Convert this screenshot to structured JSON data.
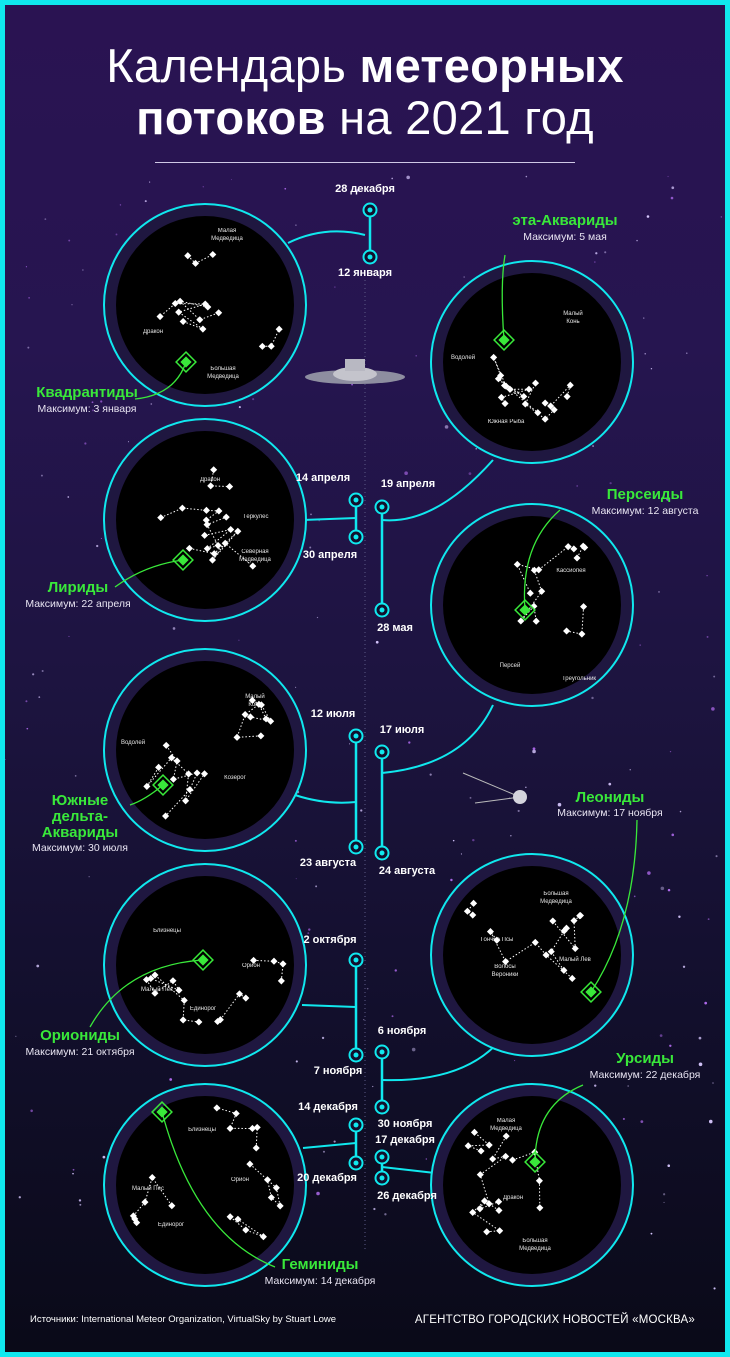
{
  "title": {
    "line1_regular": "Календарь",
    "line1_bold": "метеорных",
    "line2_bold": "потоков",
    "line2_regular": "на 2021 год"
  },
  "showers": [
    {
      "name": "Квадрантиды",
      "max": "Максимум: 3 января",
      "start": "28 декабря",
      "end": "12 января",
      "constellations": [
        "Малая Медведица",
        "Дракон",
        "Большая Медведица"
      ]
    },
    {
      "name": "эта-Аквариды",
      "max": "Максимум: 5 мая",
      "start": "19 апреля",
      "end": "28 мая",
      "constellations": [
        "Малый Конь",
        "Водолей",
        "Южная Рыба"
      ]
    },
    {
      "name": "Лириды",
      "max": "Максимум: 22 апреля",
      "start": "14 апреля",
      "end": "30 апреля",
      "constellations": [
        "Дракон",
        "Геркулес",
        "Северная Медведица"
      ]
    },
    {
      "name": "Персеиды",
      "max": "Максимум: 12 августа",
      "start": "17 июля",
      "end": "24 августа",
      "constellations": [
        "Кассиопея",
        "Персей",
        "Треугольник"
      ]
    },
    {
      "name_lines": [
        "Южные",
        "дельта-",
        "Аквариды"
      ],
      "max": "Максимум: 30 июля",
      "start": "12 июля",
      "end": "23 августа",
      "constellations": [
        "Малый Конь",
        "Водолей",
        "Козерог"
      ]
    },
    {
      "name": "Леониды",
      "max": "Максимум: 17 ноября",
      "start": "6 ноября",
      "end": "30 ноября",
      "constellations": [
        "Большая Медведица",
        "Гончие Псы",
        "Малый Лев",
        "Волосы Вероники"
      ]
    },
    {
      "name": "Ориониды",
      "max": "Максимум: 21 октября",
      "start": "2 октября",
      "end": "7 ноября",
      "constellations": [
        "Близнецы",
        "Орион",
        "Малый Пес",
        "Единорог"
      ]
    },
    {
      "name": "Геминиды",
      "max": "Максимум: 14 декабря",
      "start": "14 декабря",
      "end": "20 декабря",
      "constellations": [
        "Близнецы",
        "Орион",
        "Малый Пес",
        "Единорог"
      ]
    },
    {
      "name": "Урсиды",
      "max": "Максимум: 22 декабря",
      "start": "17 декабря",
      "end": "26 декабря",
      "constellations": [
        "Малая Медведица",
        "Дракон",
        "Большая Медведица"
      ]
    }
  ],
  "footer": {
    "sources": "Источники: International Meteor Organization, VirtualSky by Stuart Lowe",
    "agency": "АГЕНТСТВО ГОРОДСКИХ НОВОСТЕЙ «МОСКВА»"
  },
  "colors": {
    "accent": "#10e8ee",
    "shower": "#39e83a",
    "background": "#261550"
  }
}
